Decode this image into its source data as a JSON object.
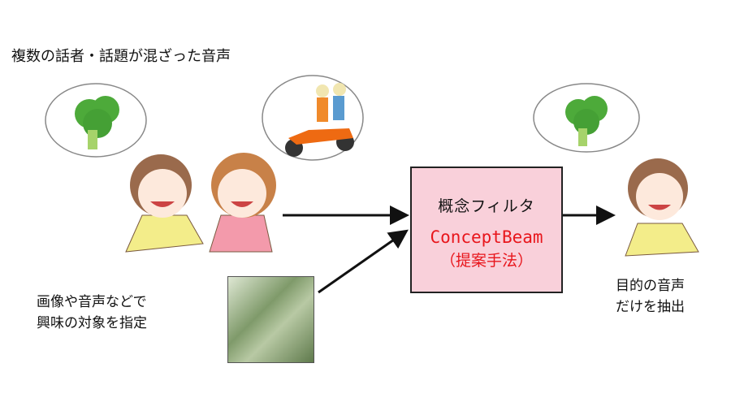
{
  "title": "複数の話者・話題が混ざった音声",
  "filter_box": {
    "label": "概念フィルタ",
    "method_name": "ConceptBeam",
    "method_note": "（提案手法）",
    "fill": "#f9d0da",
    "accent": "#e8161c"
  },
  "query_caption": [
    "画像や音声などで",
    "興味の対象を指定"
  ],
  "output_caption": [
    "目的の音声",
    "だけを抽出"
  ]
}
